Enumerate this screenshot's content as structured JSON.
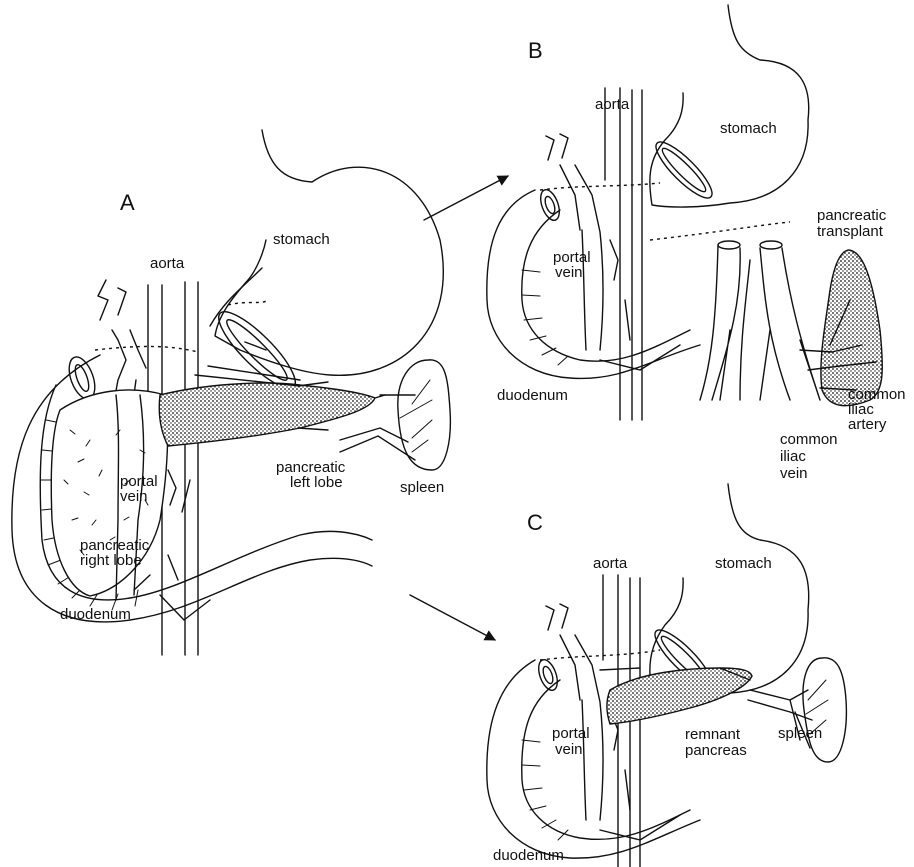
{
  "panels": {
    "A": {
      "letter": "A",
      "aorta": "aorta",
      "stomach": "stomach",
      "pancreatic_left_lobe": [
        "pancreatic",
        "left lobe"
      ],
      "portal_vein": [
        "portal",
        "vein"
      ],
      "pancreatic_right_lobe": [
        "pancreatic",
        "right lobe"
      ],
      "spleen": "spleen",
      "duodenum": "duodenum"
    },
    "B": {
      "letter": "B",
      "aorta": "aorta",
      "stomach": "stomach",
      "pancreatic_transplant": [
        "pancreatic",
        "transplant"
      ],
      "portal_vein": [
        "portal",
        "vein"
      ],
      "duodenum": "duodenum",
      "common_iliac_artery": [
        "common",
        "iliac",
        "artery"
      ],
      "common_iliac_vein": [
        "common",
        "iliac",
        "vein"
      ]
    },
    "C": {
      "letter": "C",
      "aorta": "aorta",
      "stomach": "stomach",
      "remnant_pancreas": [
        "remnant",
        "pancreas"
      ],
      "portal_vein": [
        "portal",
        "vein"
      ],
      "spleen": "spleen",
      "duodenum": "duodenum"
    }
  }
}
